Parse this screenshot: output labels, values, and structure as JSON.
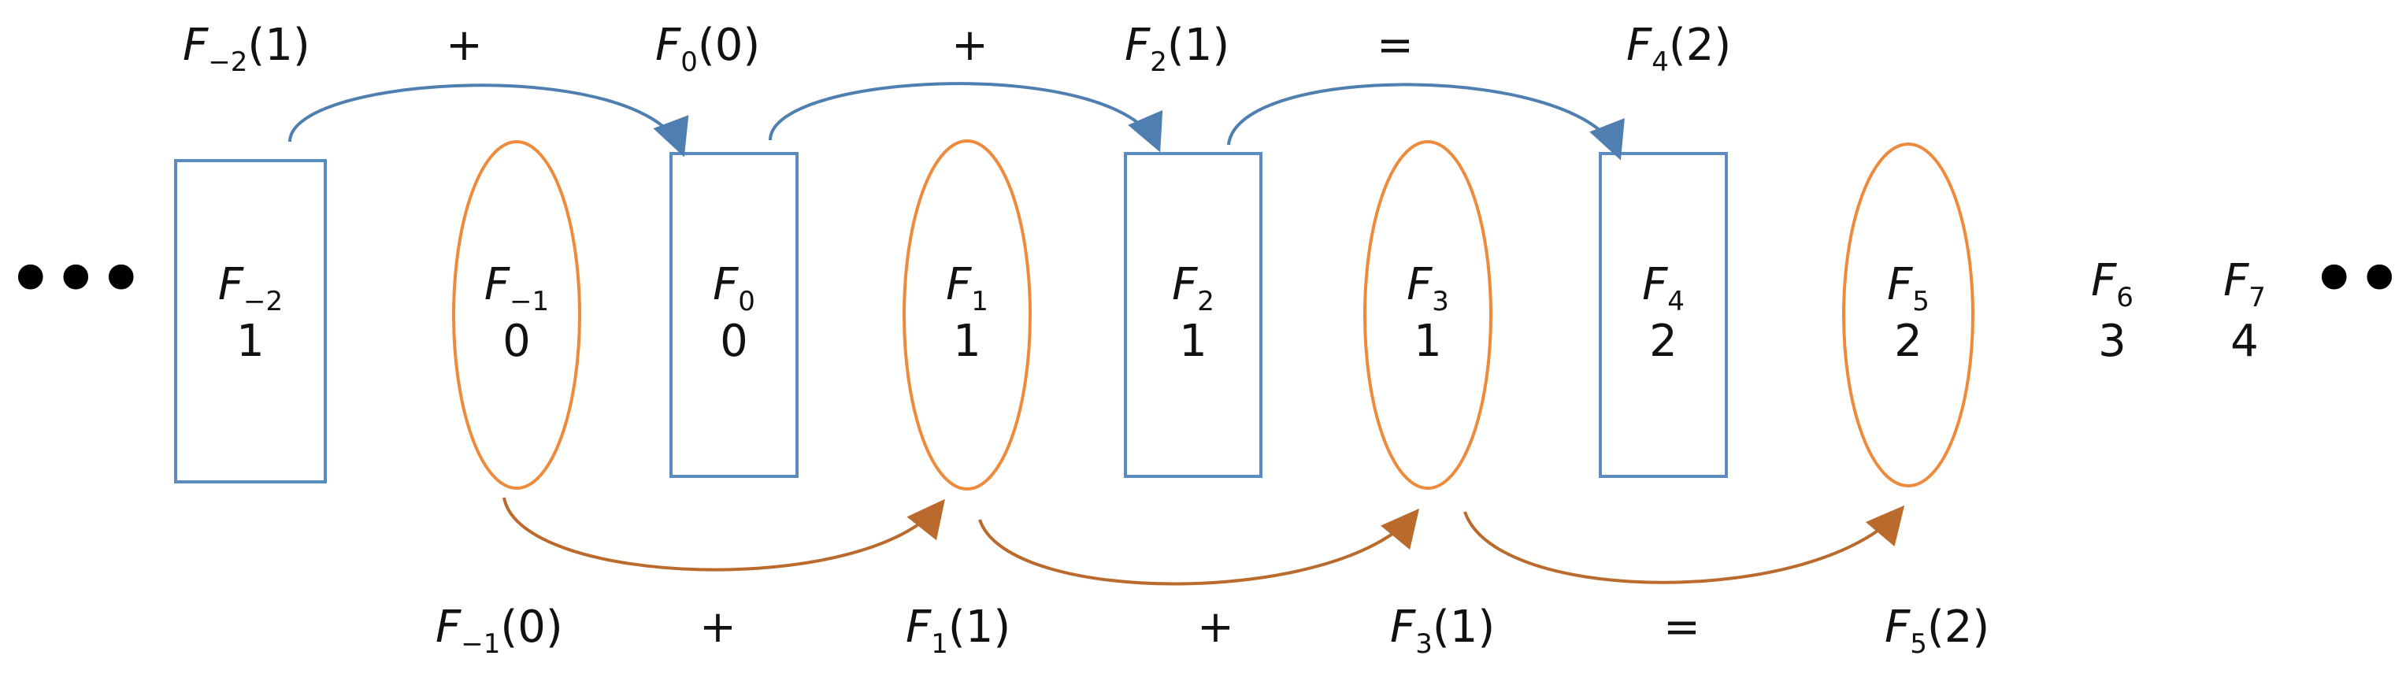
{
  "colors": {
    "even": "#5b8cc0",
    "odd": "#ee8a3c",
    "even_arrow": "#4f7fb0",
    "odd_arrow": "#b96a2c",
    "text": "#111111"
  },
  "ellipsis_left": "•••",
  "ellipsis_right": "•••",
  "terms": [
    {
      "f": "F",
      "sub": "−2",
      "value": "1",
      "shape": "rect"
    },
    {
      "f": "F",
      "sub": "−1",
      "value": "0",
      "shape": "ellipse"
    },
    {
      "f": "F",
      "sub": "0",
      "value": "0",
      "shape": "rect"
    },
    {
      "f": "F",
      "sub": "1",
      "value": "1",
      "shape": "ellipse"
    },
    {
      "f": "F",
      "sub": "2",
      "value": "1",
      "shape": "rect"
    },
    {
      "f": "F",
      "sub": "3",
      "value": "1",
      "shape": "ellipse"
    },
    {
      "f": "F",
      "sub": "4",
      "value": "2",
      "shape": "rect"
    },
    {
      "f": "F",
      "sub": "5",
      "value": "2",
      "shape": "ellipse"
    },
    {
      "f": "F",
      "sub": "6",
      "value": "3",
      "shape": "none"
    },
    {
      "f": "F",
      "sub": "7",
      "value": "4",
      "shape": "none"
    }
  ],
  "top_equation": [
    {
      "f": "F",
      "sub": "−2",
      "arg": "(1)"
    },
    {
      "op": "+"
    },
    {
      "f": "F",
      "sub": "0",
      "arg": "(0)"
    },
    {
      "op": "+"
    },
    {
      "f": "F",
      "sub": "2",
      "arg": "(1)"
    },
    {
      "op": "="
    },
    {
      "f": "F",
      "sub": "4",
      "arg": "(2)"
    }
  ],
  "bottom_equation": [
    {
      "f": "F",
      "sub": "−1",
      "arg": "(0)"
    },
    {
      "op": "+"
    },
    {
      "f": "F",
      "sub": "1",
      "arg": "(1)"
    },
    {
      "op": "+"
    },
    {
      "f": "F",
      "sub": "3",
      "arg": "(1)"
    },
    {
      "op": "="
    },
    {
      "f": "F",
      "sub": "5",
      "arg": "(2)"
    }
  ]
}
